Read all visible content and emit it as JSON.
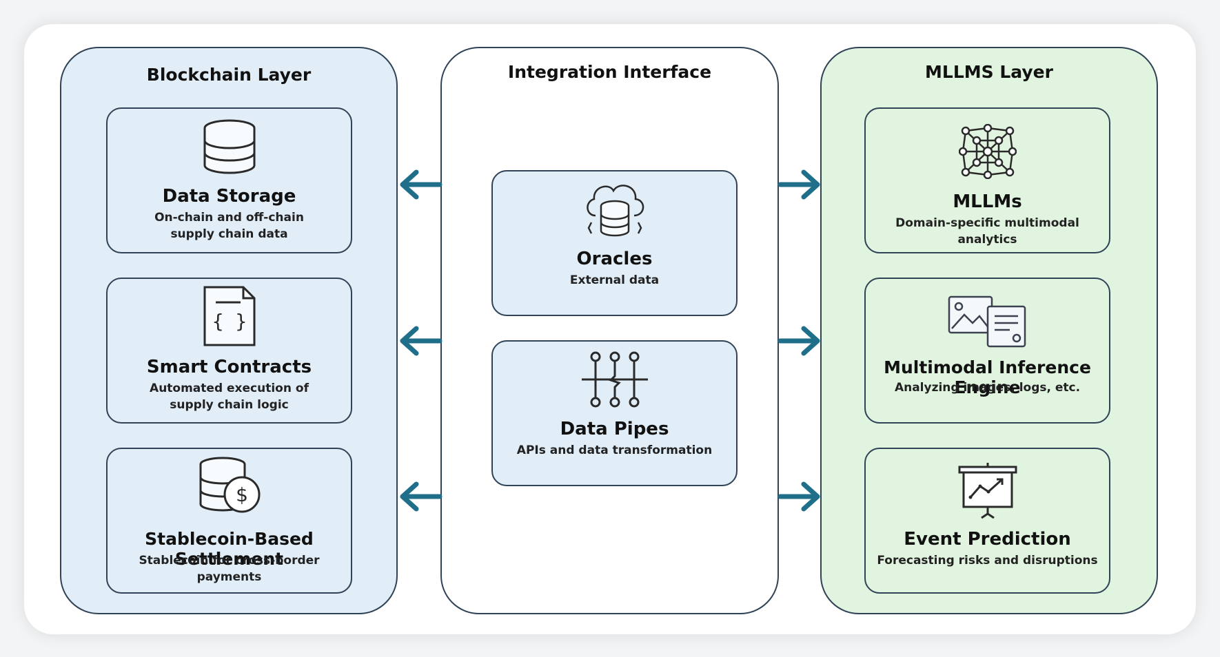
{
  "layers": {
    "blockchain": {
      "title": "Blockchain Layer",
      "components": [
        {
          "title": "Data Storage",
          "desc_line1": "On-chain and off-chain",
          "desc_line2": "supply chain data",
          "icon": "database-icon"
        },
        {
          "title": "Smart Contracts",
          "desc_line1": "Automated execution of",
          "desc_line2": "supply chain logic",
          "icon": "contract-document-icon"
        },
        {
          "title": "Stablecoin-Based Settlement",
          "desc_line1": "Stablecoin for cross-border payments",
          "icon": "stablecoin-database-icon"
        }
      ]
    },
    "integration": {
      "title": "Integration Interface",
      "components": [
        {
          "title": "Oracles",
          "desc_line1": "External data",
          "icon": "cloud-database-icon"
        },
        {
          "title": "Data Pipes",
          "desc_line1": "APIs and data transformation",
          "icon": "pipeline-icon"
        }
      ]
    },
    "mllms": {
      "title": "MLLMS Layer",
      "components": [
        {
          "title": "MLLMs",
          "desc_line1": "Domain-specific multimodal analytics",
          "icon": "neural-network-icon"
        },
        {
          "title": "Multimodal Inference Engine",
          "desc_line1": "Analyzing images, logs, etc.",
          "icon": "image-document-icon"
        },
        {
          "title": "Event Prediction",
          "desc_line1": "Forecasting risks and disruptions",
          "icon": "presentation-chart-icon"
        }
      ]
    }
  },
  "colors": {
    "blockchain_fill": "#e1edf7",
    "mllms_fill": "#e1f4df",
    "border": "#2f4256",
    "arrow": "#1f6f8b"
  }
}
